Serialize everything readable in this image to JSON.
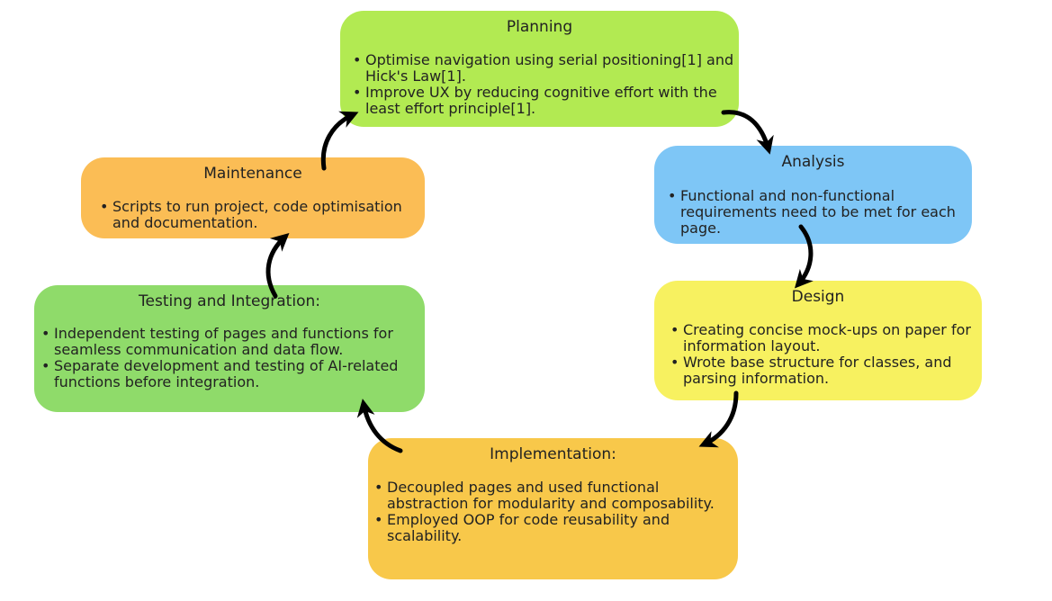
{
  "stages": {
    "planning": {
      "title": "Planning",
      "items": [
        "Optimise navigation using serial positioning[1] and Hick's Law[1].",
        "Improve UX by reducing cognitive effort with the least effort principle[1]."
      ],
      "color": "#b2ea52"
    },
    "analysis": {
      "title": "Analysis",
      "items": [
        "Functional and non-functional requirements need to be met for each page."
      ],
      "color": "#7ec6f6"
    },
    "design": {
      "title": "Design",
      "items": [
        "Creating concise mock-ups on paper for information layout.",
        "Wrote base structure for classes, and parsing information."
      ],
      "color": "#f7f160"
    },
    "implementation": {
      "title": "Implementation:",
      "items": [
        "Decoupled pages and used functional abstraction for modularity and composability.",
        "Employed OOP for code reusability and scalability."
      ],
      "color": "#f8c84a"
    },
    "testing": {
      "title": "Testing and Integration:",
      "items": [
        "Independent testing of pages and functions for seamless communication and data flow.",
        "Separate development and testing of AI-related functions before integration."
      ],
      "color": "#8fdb6a"
    },
    "maintenance": {
      "title": "Maintenance",
      "items": [
        "Scripts to run project, code optimisation and documentation."
      ],
      "color": "#fbbd55"
    }
  },
  "arrow_color": "#000000"
}
